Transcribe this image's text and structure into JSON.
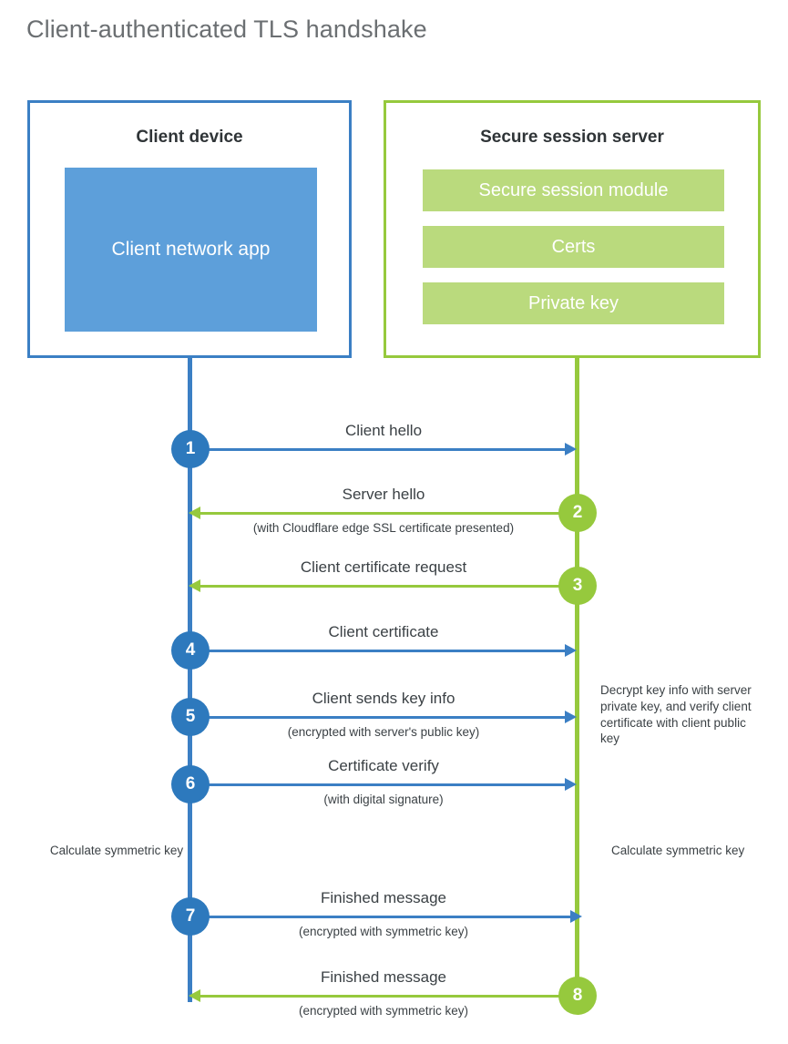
{
  "title": "Client-authenticated TLS handshake",
  "colors": {
    "blue_border": "#3b7fc4",
    "blue_fill": "#5d9fda",
    "blue_circle": "#2d79bd",
    "green_border": "#96c93d",
    "green_fill": "#bada7d",
    "green_circle": "#96c93d",
    "title_gray": "#6b6f72",
    "text_dark": "#3b4145"
  },
  "client": {
    "title": "Client device",
    "app_label": "Client network app"
  },
  "server": {
    "title": "Secure session server",
    "blocks": [
      {
        "label": "Secure session module"
      },
      {
        "label": "Certs"
      },
      {
        "label": "Private key"
      }
    ]
  },
  "steps": [
    {
      "number": "1",
      "label": "Client hello",
      "sublabel": "",
      "direction": "client-to-server",
      "color": "blue"
    },
    {
      "number": "2",
      "label": "Server hello",
      "sublabel": "(with Cloudflare edge SSL certificate presented)",
      "direction": "server-to-client",
      "color": "green"
    },
    {
      "number": "3",
      "label": "Client certificate request",
      "sublabel": "",
      "direction": "server-to-client",
      "color": "green"
    },
    {
      "number": "4",
      "label": "Client certificate",
      "sublabel": "",
      "direction": "client-to-server",
      "color": "blue"
    },
    {
      "number": "5",
      "label": "Client sends key info",
      "sublabel": "(encrypted with server's public key)",
      "direction": "client-to-server",
      "color": "blue"
    },
    {
      "number": "6",
      "label": "Certificate verify",
      "sublabel": "(with digital signature)",
      "direction": "client-to-server",
      "color": "blue"
    },
    {
      "number": "7",
      "label": "Finished message",
      "sublabel": "(encrypted with symmetric key)",
      "direction": "client-to-server",
      "color": "blue"
    },
    {
      "number": "8",
      "label": "Finished message",
      "sublabel": "(encrypted with symmetric key)",
      "direction": "server-to-client",
      "color": "green"
    }
  ],
  "notes": {
    "decrypt": "Decrypt key info with server private key, and verify client certificate with client public key",
    "calculate_client": "Calculate symmetric key",
    "calculate_server": "Calculate symmetric key"
  }
}
